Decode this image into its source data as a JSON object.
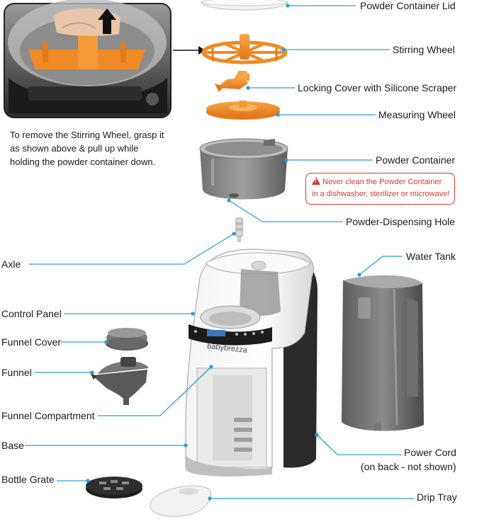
{
  "labels": {
    "lid": "Powder Container Lid",
    "stirring": "Stirring Wheel",
    "locking": "Locking Cover with Silicone Scraper",
    "measuring": "Measuring Wheel",
    "container": "Powder Container",
    "hole": "Powder-Dispensing Hole",
    "water_tank": "Water Tank",
    "axle": "Axle",
    "control_panel": "Control Panel",
    "funnel_cover": "Funnel Cover",
    "funnel": "Funnel",
    "funnel_compartment": "Funnel Compartment",
    "base": "Base",
    "power_cord": "Power Cord",
    "power_cord_note": "(on back - not shown)",
    "bottle_grate": "Bottle Grate",
    "drip_tray": "Drip Tray"
  },
  "instructions": {
    "line1": "To remove the Stirring Wheel, grasp it",
    "line2": "as shown above & pull up while",
    "line3": "holding the powder container down."
  },
  "warning": {
    "line1": "Never clean the Powder Container",
    "line2": "in a dishwasher, sterilizer or microwave!"
  },
  "brand": "babybrezza",
  "colors": {
    "leader": "#2a9fd6",
    "orange": "#f08a24",
    "warning": "#d33a3a"
  }
}
